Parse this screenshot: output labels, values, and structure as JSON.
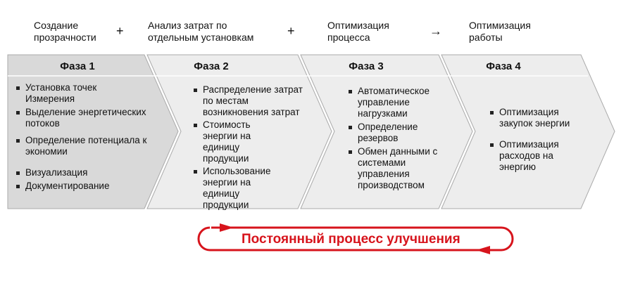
{
  "top_labels": [
    "Создание прозрачности",
    "Анализ затрат по отдельным установкам",
    "Оптимизация процесса",
    "Оптимизация работы"
  ],
  "operators": [
    "+",
    "+",
    "→"
  ],
  "phases": [
    {
      "title": "Фаза 1",
      "items": [
        "Установка точек Измерения",
        "Выделение энергетических потоков",
        "Определение потенциала к экономии",
        "Визуализация",
        "Документирование"
      ]
    },
    {
      "title": "Фаза 2",
      "items": [
        "Распределение затрат по местам возникновения затрат",
        "Стоимость энергии на единицу продукции",
        "Использование энергии на единицу продукции"
      ]
    },
    {
      "title": "Фаза 3",
      "items": [
        "Автоматическое управление нагрузками",
        "Определение резервов",
        "Обмен данными с системами управления производством"
      ]
    },
    {
      "title": "Фаза 4",
      "items": [
        "Оптимизация закупок энергии",
        "Оптимизация расходов на энергию"
      ]
    }
  ],
  "loop_label": "Постоянный процесс улучшения",
  "colors": {
    "phase1": "#d9d9d9",
    "phase": "#ededed",
    "accent": "#d7141c"
  }
}
